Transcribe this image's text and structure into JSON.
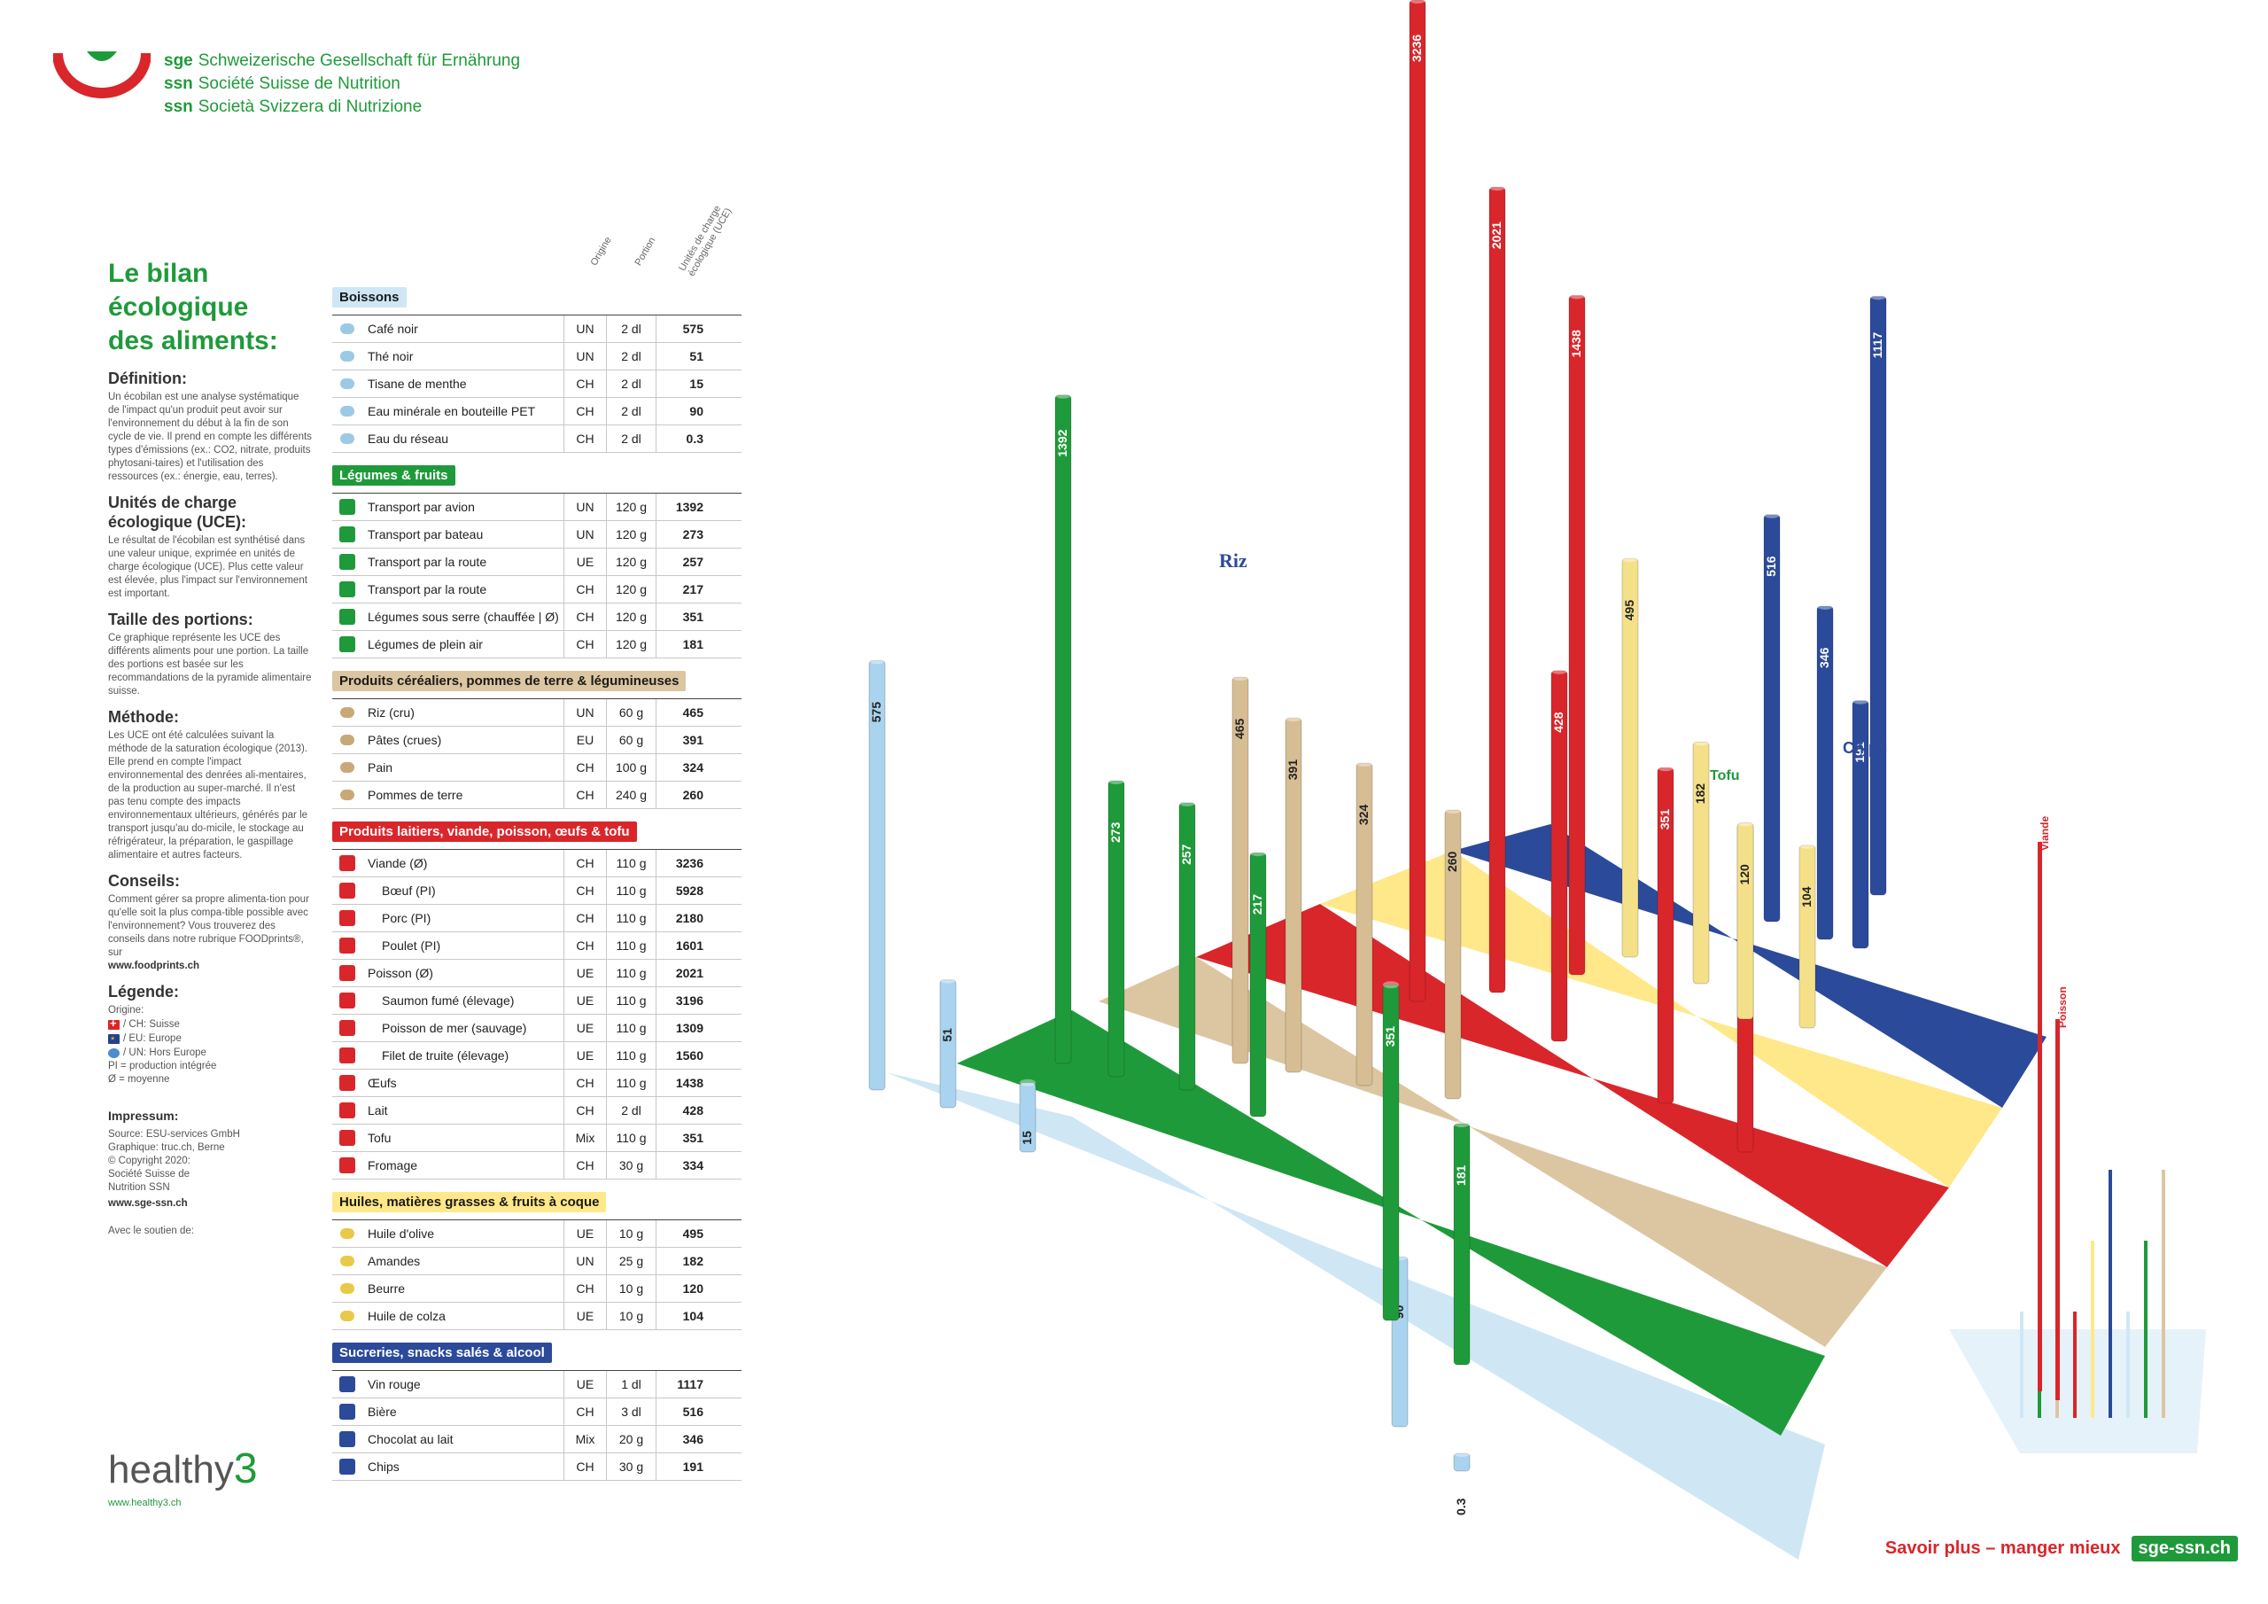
{
  "colors": {
    "green": "#1f9a3a",
    "red": "#d9262b",
    "blue": "#2c4a9a",
    "lightblue": "#cfe7f5",
    "tan": "#dcc6a2",
    "yellow": "#ffe88a"
  },
  "header": {
    "orgs": [
      {
        "abbr": "sge",
        "name": "Schweizerische Gesellschaft für Ernährung"
      },
      {
        "abbr": "ssn",
        "name": "Société Suisse de Nutrition"
      },
      {
        "abbr": "ssn",
        "name": "Società Svizzera di Nutrizione"
      }
    ]
  },
  "left": {
    "title": [
      "Le bilan",
      "écologique",
      "des aliments:"
    ],
    "definition_h": "Définition:",
    "definition_p": "Un écobilan est une analyse systématique de l'impact qu'un produit peut avoir sur l'environnement du début à la fin de son cycle de vie. Il prend en compte les différents types d'émissions (ex.: CO2, nitrate, produits phytosani-taires) et l'utilisation des ressources (ex.: énergie, eau, terres).",
    "uce_h": "Unités de charge écologique (UCE):",
    "uce_p": "Le résultat de l'écobilan est synthétisé dans une valeur unique, exprimée en unités de charge écologique (UCE). Plus cette valeur est élevée, plus l'impact sur l'environnement est important.",
    "taille_h": "Taille des portions:",
    "taille_p": "Ce graphique représente les UCE des différents aliments pour une portion. La taille des portions est basée sur les recommandations de la pyramide alimentaire suisse.",
    "methode_h": "Méthode:",
    "methode_p": "Les UCE ont été calculées suivant la méthode de la saturation écologique (2013). Elle prend en compte l'impact environnemental des denrées ali-mentaires, de la production au super-marché. Il n'est pas tenu compte des impacts environnementaux ultérieurs, générés par le transport jusqu'au do-micile, le stockage au réfrigérateur, la préparation, le gaspillage alimentaire et autres facteurs.",
    "conseils_h": "Conseils:",
    "conseils_p": "Comment gérer sa propre alimenta-tion pour qu'elle soit la plus compa-tible possible avec l'environnement? Vous trouverez des conseils dans notre rubrique FOODprints®, sur",
    "conseils_url": "www.foodprints.ch",
    "legende_h": "Légende:",
    "legende_origine": "Origine:",
    "legende_ch": "/ CH: Suisse",
    "legende_eu": "/ EU: Europe",
    "legende_un": "/ UN: Hors Europe",
    "legende_pi": "PI = production intégrée",
    "legende_moy": "Ø = moyenne",
    "impressum_h": "Impressum:",
    "impressum_lines": [
      "Source: ESU-services GmbH",
      "Graphique: truc.ch, Berne",
      "© Copyright 2020:",
      "Société Suisse de",
      "Nutrition SSN"
    ],
    "impressum_url": "www.sge-ssn.ch",
    "soutien": "Avec le soutien de:",
    "healthy": "healthy",
    "healthy_three": "3",
    "healthy_url": "www.healthy3.ch"
  },
  "table": {
    "col_origine": "Origine",
    "col_portion": "Portion",
    "col_uce": "Unités de charge écologique (UCE)",
    "categories": [
      {
        "name": "Boissons",
        "cls": "boissons",
        "color": "#9cc9e6",
        "items": [
          {
            "label": "Café noir",
            "origin": "UN",
            "portion": "2 dl",
            "uce": "575"
          },
          {
            "label": "Thé noir",
            "origin": "UN",
            "portion": "2 dl",
            "uce": "51"
          },
          {
            "label": "Tisane de menthe",
            "origin": "CH",
            "portion": "2 dl",
            "uce": "15"
          },
          {
            "label": "Eau minérale en bouteille PET",
            "origin": "CH",
            "portion": "2 dl",
            "uce": "90"
          },
          {
            "label": "Eau du réseau",
            "origin": "CH",
            "portion": "2 dl",
            "uce": "0.3"
          }
        ]
      },
      {
        "name": "Légumes & fruits",
        "cls": "legumes",
        "color": "#1f9a3a",
        "items": [
          {
            "label": "Transport par avion",
            "origin": "UN",
            "portion": "120 g",
            "uce": "1392"
          },
          {
            "label": "Transport par bateau",
            "origin": "UN",
            "portion": "120 g",
            "uce": "273"
          },
          {
            "label": "Transport par la route",
            "origin": "UE",
            "portion": "120 g",
            "uce": "257"
          },
          {
            "label": "Transport par la route",
            "origin": "CH",
            "portion": "120 g",
            "uce": "217"
          },
          {
            "label": "Légumes sous serre (chauffée | Ø)",
            "origin": "CH",
            "portion": "120 g",
            "uce": "351"
          },
          {
            "label": "Légumes de plein air",
            "origin": "CH",
            "portion": "120 g",
            "uce": "181"
          }
        ]
      },
      {
        "name": "Produits céréaliers, pommes de terre & légumineuses",
        "cls": "cereales",
        "color": "#c9a878",
        "items": [
          {
            "label": "Riz (cru)",
            "origin": "UN",
            "portion": "60 g",
            "uce": "465"
          },
          {
            "label": "Pâtes (crues)",
            "origin": "EU",
            "portion": "60 g",
            "uce": "391"
          },
          {
            "label": "Pain",
            "origin": "CH",
            "portion": "100 g",
            "uce": "324"
          },
          {
            "label": "Pommes de terre",
            "origin": "CH",
            "portion": "240 g",
            "uce": "260"
          }
        ]
      },
      {
        "name": "Produits laitiers, viande, poisson, œufs & tofu",
        "cls": "laitiers",
        "color": "#d9262b",
        "items": [
          {
            "label": "Viande (Ø)",
            "origin": "CH",
            "portion": "110 g",
            "uce": "3236"
          },
          {
            "label": "Bœuf (PI)",
            "origin": "CH",
            "portion": "110 g",
            "uce": "5928",
            "sub": true
          },
          {
            "label": "Porc (PI)",
            "origin": "CH",
            "portion": "110 g",
            "uce": "2180",
            "sub": true
          },
          {
            "label": "Poulet (PI)",
            "origin": "CH",
            "portion": "110 g",
            "uce": "1601",
            "sub": true
          },
          {
            "label": "Poisson (Ø)",
            "origin": "UE",
            "portion": "110 g",
            "uce": "2021"
          },
          {
            "label": "Saumon fumé (élevage)",
            "origin": "UE",
            "portion": "110 g",
            "uce": "3196",
            "sub": true
          },
          {
            "label": "Poisson de mer (sauvage)",
            "origin": "UE",
            "portion": "110 g",
            "uce": "1309",
            "sub": true
          },
          {
            "label": "Filet de truite (élevage)",
            "origin": "UE",
            "portion": "110 g",
            "uce": "1560",
            "sub": true
          },
          {
            "label": "Œufs",
            "origin": "CH",
            "portion": "110 g",
            "uce": "1438"
          },
          {
            "label": "Lait",
            "origin": "CH",
            "portion": "2 dl",
            "uce": "428"
          },
          {
            "label": "Tofu",
            "origin": "Mix",
            "portion": "110 g",
            "uce": "351"
          },
          {
            "label": "Fromage",
            "origin": "CH",
            "portion": "30 g",
            "uce": "334"
          }
        ]
      },
      {
        "name": "Huiles, matières grasses & fruits à coque",
        "cls": "huiles",
        "color": "#e8c94a",
        "items": [
          {
            "label": "Huile d'olive",
            "origin": "UE",
            "portion": "10 g",
            "uce": "495"
          },
          {
            "label": "Amandes",
            "origin": "UN",
            "portion": "25 g",
            "uce": "182"
          },
          {
            "label": "Beurre",
            "origin": "CH",
            "portion": "10 g",
            "uce": "120"
          },
          {
            "label": "Huile de colza",
            "origin": "UE",
            "portion": "10 g",
            "uce": "104"
          }
        ]
      },
      {
        "name": "Sucreries, snacks salés & alcool",
        "cls": "sucreries",
        "color": "#2c4a9a",
        "items": [
          {
            "label": "Vin rouge",
            "origin": "UE",
            "portion": "1 dl",
            "uce": "1117"
          },
          {
            "label": "Bière",
            "origin": "CH",
            "portion": "3 dl",
            "uce": "516"
          },
          {
            "label": "Chocolat au lait",
            "origin": "Mix",
            "portion": "20 g",
            "uce": "346"
          },
          {
            "label": "Chips",
            "origin": "CH",
            "portion": "30 g",
            "uce": "191"
          }
        ]
      }
    ]
  },
  "chart_data": {
    "type": "bar",
    "title": "",
    "bars": [
      {
        "label": "575",
        "value": 575,
        "band": 0,
        "color": "#a9d3ee",
        "icon": "coffee-cup-icon"
      },
      {
        "label": "51",
        "value": 51,
        "band": 0,
        "color": "#a9d3ee",
        "icon": "tea-cup-icon"
      },
      {
        "label": "15",
        "value": 15,
        "band": 0,
        "color": "#a9d3ee",
        "icon": "mint-tea-icon"
      },
      {
        "label": "90",
        "value": 90,
        "band": 0,
        "color": "#a9d3ee",
        "icon": "water-bottle-icon"
      },
      {
        "label": "0.3",
        "value": 0.3,
        "band": 0,
        "color": "#a9d3ee",
        "icon": "tap-water-icon"
      },
      {
        "label": "1392",
        "value": 1392,
        "band": 1,
        "color": "#1f9a3a",
        "icon": "airplane-icon"
      },
      {
        "label": "273",
        "value": 273,
        "band": 1,
        "color": "#1f9a3a",
        "icon": "boat-icon"
      },
      {
        "label": "257",
        "value": 257,
        "band": 1,
        "color": "#1f9a3a",
        "icon": "truck-icon"
      },
      {
        "label": "217",
        "value": 217,
        "band": 1,
        "color": "#1f9a3a",
        "icon": "truck-icon"
      },
      {
        "label": "351",
        "value": 351,
        "band": 1,
        "color": "#1f9a3a",
        "icon": "greenhouse-icon"
      },
      {
        "label": "181",
        "value": 181,
        "band": 1,
        "color": "#1f9a3a",
        "icon": "tomato-icon"
      },
      {
        "label": "465",
        "value": 465,
        "band": 2,
        "color": "#d6bd93",
        "icon": "rice-icon"
      },
      {
        "label": "391",
        "value": 391,
        "band": 2,
        "color": "#d6bd93",
        "icon": "pasta-icon"
      },
      {
        "label": "324",
        "value": 324,
        "band": 2,
        "color": "#d6bd93",
        "icon": "bread-icon"
      },
      {
        "label": "260",
        "value": 260,
        "band": 2,
        "color": "#d6bd93",
        "icon": "potato-icon"
      },
      {
        "label": "3236",
        "value": 3236,
        "band": 3,
        "color": "#d9262b",
        "icon": "meat-icon"
      },
      {
        "label": "2021",
        "value": 2021,
        "band": 3,
        "color": "#d9262b",
        "icon": "fish-icon"
      },
      {
        "label": "1438",
        "value": 1438,
        "band": 3,
        "color": "#d9262b",
        "icon": "egg-icon"
      },
      {
        "label": "428",
        "value": 428,
        "band": 3,
        "color": "#d9262b",
        "icon": "milk-icon"
      },
      {
        "label": "351",
        "value": 351,
        "band": 3,
        "color": "#d9262b",
        "icon": "tofu-icon"
      },
      {
        "label": "334",
        "value": 334,
        "band": 3,
        "color": "#d9262b",
        "icon": "cheese-icon"
      },
      {
        "label": "495",
        "value": 495,
        "band": 4,
        "color": "#f5e08a",
        "icon": "olive-oil-icon"
      },
      {
        "label": "182",
        "value": 182,
        "band": 4,
        "color": "#f5e08a",
        "icon": "almonds-icon"
      },
      {
        "label": "120",
        "value": 120,
        "band": 4,
        "color": "#f5e08a",
        "icon": "butter-icon"
      },
      {
        "label": "104",
        "value": 104,
        "band": 4,
        "color": "#f5e08a",
        "icon": "rapeseed-oil-icon"
      },
      {
        "label": "1117",
        "value": 1117,
        "band": 5,
        "color": "#2c4a9a",
        "icon": "wine-icon"
      },
      {
        "label": "516",
        "value": 516,
        "band": 5,
        "color": "#2c4a9a",
        "icon": "beer-icon"
      },
      {
        "label": "346",
        "value": 346,
        "band": 5,
        "color": "#2c4a9a",
        "icon": "chocolate-icon"
      },
      {
        "label": "191",
        "value": 191,
        "band": 5,
        "color": "#2c4a9a",
        "icon": "chips-icon"
      }
    ],
    "mini_labels": {
      "viande": "Viande",
      "poisson": "Poisson"
    },
    "rice_label": "Riz",
    "tofu_label": "Tofu",
    "chips_label": "Chips"
  },
  "footer": {
    "text": "Savoir plus – manger mieux",
    "url": "sge-ssn.ch"
  }
}
